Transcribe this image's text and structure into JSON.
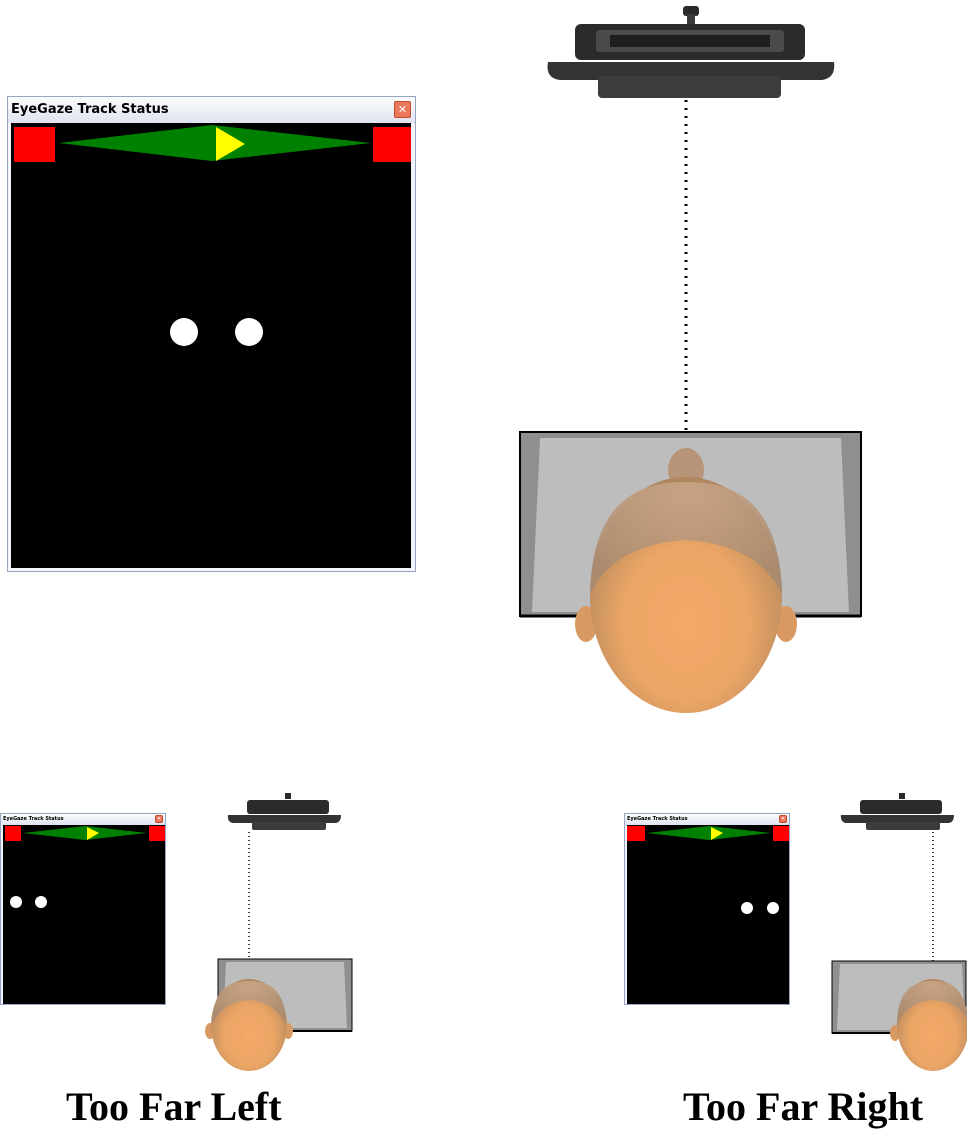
{
  "window": {
    "title": "EyeGaze Track Status",
    "close_glyph": "✕",
    "indicator_colors": {
      "pane": "#000000",
      "end_markers": "#ff0000",
      "bar": "#008000",
      "arrow": "#ffff00",
      "eyes": "#ffffff"
    }
  },
  "scenes": {
    "left": {
      "caption": "Too Far Left"
    },
    "right": {
      "caption": "Too Far Right"
    }
  },
  "icons": {
    "close": "close-icon",
    "eye_tracker": "eye-tracker-device-icon",
    "head": "user-head-icon",
    "chair": "chair-icon"
  }
}
